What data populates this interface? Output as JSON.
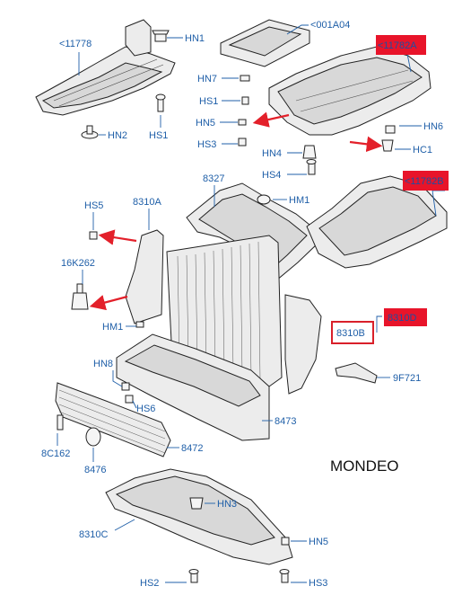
{
  "diagram": {
    "model": "MONDEO",
    "labels": {
      "l_11778": "<11778",
      "hn1": "HN1",
      "l_001a04": "<001A04",
      "l_11782a": "<11782A",
      "hn7": "HN7",
      "hs1_top": "HS1",
      "hn2": "HN2",
      "hs1_left": "HS1",
      "hn5_top": "HN5",
      "hn6": "HN6",
      "hs3_top": "HS3",
      "hn4": "HN4",
      "hc1": "HC1",
      "hs4": "HS4",
      "l_8327": "8327",
      "l_11782b": "<11782B",
      "hs5": "HS5",
      "l_8310a": "8310A",
      "hm1_top": "HM1",
      "l_16k262": "16K262",
      "l_8310d": "8310D",
      "l_8310b": "8310B",
      "hm1_left": "HM1",
      "hn8": "HN8",
      "l_9f721": "9F721",
      "hs6": "HS6",
      "l_8473": "8473",
      "l_8c162": "8C162",
      "l_8472": "8472",
      "l_8476": "8476",
      "hn3": "HN3",
      "l_8310c": "8310C",
      "hn5_bottom": "HN5",
      "hs2": "HS2",
      "hs3_bottom": "HS3"
    },
    "colors": {
      "label_blue": "#1f5fa8",
      "highlight_red": "#e8142a",
      "arrow_red": "#e3202a",
      "box_red": "#d9202a"
    }
  }
}
